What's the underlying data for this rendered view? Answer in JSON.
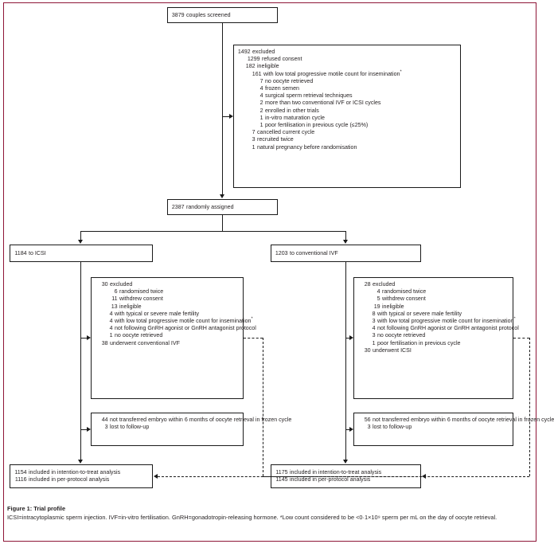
{
  "figure": {
    "caption_title": "Figure 1: Trial profile",
    "caption_body": "ICSI=intracytoplasmic sperm injection. IVF=in-vitro fertilisation. GnRH=gonadotropin-releasing hormone. *Low count considered to be <0·1×10⁹ sperm per mL on the day of oocyte retrieval.",
    "frame_color": "#8e1537",
    "line_color": "#1a1a1a"
  },
  "nodes": {
    "screened": {
      "lines": [
        {
          "num": "3879",
          "text": "couples screened",
          "indent": 0
        }
      ]
    },
    "excluded_top": {
      "lines": [
        {
          "num": "1492",
          "text": "excluded",
          "indent": 0
        },
        {
          "num": "1299",
          "text": "refused consent",
          "indent": 1
        },
        {
          "num": "182",
          "text": "ineligible",
          "indent": 2
        },
        {
          "num": "161",
          "text": "with low total progressive motile count for insemination*",
          "indent": 3
        },
        {
          "num": "7",
          "text": "no oocyte retrieved",
          "indent": 4
        },
        {
          "num": "4",
          "text": "frozen semen",
          "indent": 4
        },
        {
          "num": "4",
          "text": "surgical sperm retrieval techniques",
          "indent": 4
        },
        {
          "num": "2",
          "text": "more than two conventional IVF or ICSI cycles",
          "indent": 4
        },
        {
          "num": "2",
          "text": "enrolled in other trials",
          "indent": 4
        },
        {
          "num": "1",
          "text": "in-vitro maturation cycle",
          "indent": 4
        },
        {
          "num": "1",
          "text": "poor fertilisation in previous cycle (≤25%)",
          "indent": 4
        },
        {
          "num": "7",
          "text": "cancelled current cycle",
          "indent": 2
        },
        {
          "num": "3",
          "text": "recruited twice",
          "indent": 2
        },
        {
          "num": "1",
          "text": "natural pregnancy before randomisation",
          "indent": 2
        }
      ]
    },
    "randomised": {
      "lines": [
        {
          "num": "2387",
          "text": "randomly assigned",
          "indent": 0
        }
      ]
    },
    "arm_icsi": {
      "lines": [
        {
          "num": "1184",
          "text": "to ICSI",
          "indent": 0
        }
      ]
    },
    "arm_ivf": {
      "lines": [
        {
          "num": "1203",
          "text": "to conventional IVF",
          "indent": 0
        }
      ]
    },
    "excluded_icsi": {
      "lines": [
        {
          "num": "30",
          "text": "excluded",
          "indent": 0
        },
        {
          "num": "6",
          "text": "randomised twice",
          "indent": 1
        },
        {
          "num": "11",
          "text": "withdrew consent",
          "indent": 1
        },
        {
          "num": "13",
          "text": "ineligible",
          "indent": 1
        },
        {
          "num": "4",
          "text": "with typical or severe male fertility",
          "indent": 2
        },
        {
          "num": "4",
          "text": "with low total progressive motile count for insemination*",
          "indent": 2
        },
        {
          "num": "4",
          "text": "not following GnRH agonist or GnRH antagonist protocol",
          "indent": 2
        },
        {
          "num": "1",
          "text": "no oocyte retrieved",
          "indent": 2
        },
        {
          "num": "38",
          "text": "underwent conventional IVF",
          "indent": 0
        }
      ]
    },
    "excluded_ivf": {
      "lines": [
        {
          "num": "28",
          "text": "excluded",
          "indent": 0
        },
        {
          "num": "4",
          "text": "randomised twice",
          "indent": 1
        },
        {
          "num": "5",
          "text": "withdrew consent",
          "indent": 1
        },
        {
          "num": "19",
          "text": "ineligible",
          "indent": 1
        },
        {
          "num": "8",
          "text": "with typical or severe male fertility",
          "indent": 2
        },
        {
          "num": "3",
          "text": "with low total progressive motile count for insemination*",
          "indent": 2
        },
        {
          "num": "4",
          "text": "not following GnRH agonist or GnRH antagonist protocol",
          "indent": 2
        },
        {
          "num": "3",
          "text": "no oocyte retrieved",
          "indent": 2
        },
        {
          "num": "1",
          "text": "poor fertilisation in previous cycle",
          "indent": 2
        },
        {
          "num": "30",
          "text": "underwent ICSI",
          "indent": 0
        }
      ]
    },
    "nottransferred_icsi": {
      "lines": [
        {
          "num": "44",
          "text": "not transferred embryo within 6 months of oocyte retrieval in frozen cycle",
          "indent": 0
        },
        {
          "num": "3",
          "text": "lost to follow-up",
          "indent": 0
        }
      ]
    },
    "nottransferred_ivf": {
      "lines": [
        {
          "num": "56",
          "text": "not transferred embryo within 6 months of oocyte retrieval in frozen cycle",
          "indent": 0
        },
        {
          "num": "3",
          "text": "lost to follow-up",
          "indent": 0
        }
      ]
    },
    "analysis_icsi": {
      "lines": [
        {
          "num": "1154",
          "text": "included in intention-to-treat analysis",
          "indent": 0
        },
        {
          "num": "1116",
          "text": "included in per-protocol analysis",
          "indent": 0
        }
      ]
    },
    "analysis_ivf": {
      "lines": [
        {
          "num": "1175",
          "text": "included in intention-to-treat analysis",
          "indent": 0
        },
        {
          "num": "1145",
          "text": "included in per-protocol analysis",
          "indent": 0
        }
      ]
    }
  }
}
